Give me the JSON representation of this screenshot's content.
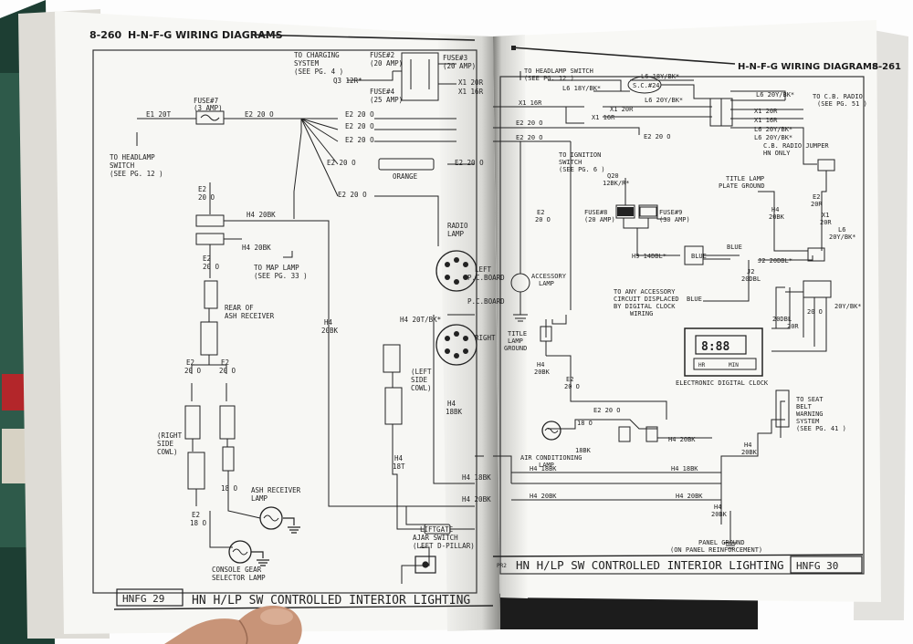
{
  "left_page": {
    "page_number": "8-260",
    "header": "H-N-F-G WIRING DIAGRAMS",
    "footer_code": "HNFG 29",
    "footer_title": "HN H/LP SW CONTROLLED INTERIOR LIGHTING",
    "labels": {
      "to_charging_1": "TO CHARGING",
      "to_charging_2": "SYSTEM",
      "to_charging_3": "(SEE PG. 4 )",
      "fuse2_1": "FUSE#2",
      "fuse2_2": "(20 AMP)",
      "fuse3_1": "FUSE#3",
      "fuse3_2": "(20 AMP)",
      "fuse4_1": "FUSE#4",
      "fuse4_2": "(25 AMP)",
      "q3": "Q3 12R*",
      "x1_20r": "X1 20R",
      "x1_16r": "X1 16R",
      "fuse7_1": "FUSE#7",
      "fuse7_2": "(3 AMP)",
      "e1_20t": "E1 20T",
      "e2_20o_main": "E2 20 O",
      "hl_1": "TO HEADLAMP",
      "hl_2": "SWITCH",
      "hl_3": "(SEE PG. 12 )",
      "w_e2_a": "E2 20 O",
      "w_e2_b": "E2 20 O",
      "w_e2_c": "E2 20 O",
      "w_e2_d": "E2 20 O",
      "w_e2_e": "E2 20 O",
      "orange": "ORANGE",
      "w_e2_f": "E2 20 O",
      "e2_v1": "E2",
      "e2_v2": "20 O",
      "h4_20bk_a": "H4 20BK",
      "h4_20bk_b": "H4 20BK",
      "e2_v3": "E2",
      "e2_v4": "20 O",
      "map_1": "TO MAP LAMP",
      "map_2": "(SEE PG. 33 )",
      "rear_1": "REAR OF",
      "rear_2": "ASH RECEIVER",
      "h4_v1": "H4",
      "h4_v2": "20BK",
      "radio_1": "RADIO",
      "radio_2": "LAMP",
      "left_pc_1": "LEFT",
      "left_pc_2": "P.C.BOARD",
      "pc_1": "P.C.BOARD",
      "right_pc": "RIGHT",
      "h4_20t_bk": "H4 20T/BK*",
      "left_side_1": "(LEFT",
      "left_side_2": "SIDE",
      "left_side_3": "COWL)",
      "h4_v3": "H4",
      "h4_v4": "18BK",
      "h4_v5": "H4",
      "h4_v6": "18T",
      "e2_a": "E2",
      "e2_b": "20 O",
      "e2_c": "E2",
      "e2_d": "20 O",
      "rsc_1": "(RIGHT",
      "rsc_2": "SIDE",
      "rsc_3": "COWL)",
      "e2_18o_1": "18 O",
      "ash_lamp_1": "ASH RECEIVER",
      "ash_lamp_2": "LAMP",
      "e2_e": "E2",
      "e2_f": "18 O",
      "console_1": "CONSOLE GEAR",
      "console_2": "SELECTOR LAMP",
      "liftgate_1": "LIFTGATE",
      "liftgate_2": "AJAR SWITCH",
      "liftgate_3": "(LEFT D-PILLAR)",
      "h4_18bk_l": "H4 18BK",
      "h4_20bk_l": "H4 20BK"
    }
  },
  "right_page": {
    "page_number": "8-261",
    "header": "H-N-F-G WIRING DIAGRAMS",
    "footer_code": "HNFG 30",
    "footer_title": "HN H/LP SW CONTROLLED INTERIOR LIGHTING",
    "footer_mark": "PR2",
    "labels": {
      "hl_1": "TO HEADLAMP SWITCH",
      "hl_2": "(SEE PG. 12 )",
      "l6_18ybk_a": "L6 18Y/BK*",
      "l6_18ybk_b": "L6 18Y/BK*",
      "sc24": "S.C.#24",
      "l6_20ybk": "L6 20Y/BK*",
      "l6_20ybk_r": "L6 20Y/BK*",
      "to_cb_1": "TO C.B. RADIO",
      "to_cb_2": "(SEE PG. 51 )",
      "x1_20r_a": "X1 20R",
      "x1_16r_a": "X1 16R",
      "x1_16r_b": "X1 16R",
      "x1_20r_b": "X1 20R",
      "x1_20r_c": "X1 20R",
      "x1_16r_c": "X1 16R",
      "l6_20ybk_c": "L6 20Y/BK*",
      "l6_20ybk_d": "L6 20Y/BK*",
      "e2_20o_a": "E2 20 O",
      "e2_20o_b": "E2 20 O",
      "e2_20o_c": "E2 20 O",
      "cbj_1": "C.B. RADIO JUMPER",
      "cbj_2": "HN ONLY",
      "ign_1": "TO IGNITION",
      "ign_2": "SWITCH",
      "ign_3": "(SEE PG. 6 )",
      "q20_1": "Q20",
      "q20_2": "12BK/R*",
      "tlp_1": "TITLE LAMP",
      "tlp_2": "PLATE GROUND",
      "fuse8_1": "FUSE#8",
      "fuse8_2": "(20 AMP)",
      "fuse9_1": "FUSE#9",
      "fuse9_2": "(30 AMP)",
      "h4_v1": "H4",
      "h4_v2": "20BK",
      "e2_v1": "E2",
      "e2_v2": "20 O",
      "e2_v3": "E2",
      "e2_v4": "20R",
      "x1_v1": "X1",
      "x1_v2": "20R",
      "l6_v1": "L6",
      "l6_v2": "20Y/BK*",
      "h9_14dbl": "H9 14DBL*",
      "blue_1": "BLUE",
      "blue_2": "BLUE",
      "blue_3": "BLUE",
      "j2_20dbl": "J2 20DBL*",
      "acc_1": "ACCESSORY",
      "acc_2": "LAMP",
      "any_1": "TO ANY ACCESSORY",
      "any_2": "CIRCUIT DISPLACED",
      "any_3": "BY DIGITAL CLOCK",
      "any_4": "WIRING",
      "j2_v1": "J2",
      "j2_v2": "20DBL",
      "tlg_1": "TITLE",
      "tlg_2": "LAMP",
      "tlg_3": "GROUND",
      "h4_v3": "H4",
      "h4_v4": "20BK",
      "clk_20dbl": "20DBL",
      "clk_20r": "20R",
      "clk_20o": "20 O",
      "clk_20ybk": "20Y/BK*",
      "clock_display": "8:88",
      "clock_btn_1": "HR",
      "clock_btn_2": "MIN",
      "clock_name": "ELECTRONIC DIGITAL CLOCK",
      "e2_v5": "E2",
      "e2_v6": "20 O",
      "e2_20o_d": "E2 20 O",
      "e2_18o": "18 O",
      "ac_18bk": "18BK",
      "ac_1": "AIR CONDITIONING",
      "ac_2": "LAMP",
      "h4_20bk_a": "H4 20BK",
      "seat_1": "TO SEAT",
      "seat_2": "BELT",
      "seat_3": "WARNING",
      "seat_4": "SYSTEM",
      "seat_5": "(SEE PG. 41 )",
      "h4_v5": "H4",
      "h4_v6": "20BK",
      "h4_18bk_a": "H4 18BK",
      "h4_18bk_b": "H4 18BK",
      "h4_20bk_b": "H4 20BK",
      "h4_20bk_c": "H4 20BK",
      "h4_v7": "H4",
      "h4_v8": "20BK",
      "pg_1": "PANEL GROUND",
      "pg_2": "(ON PANEL REINFORCEMENT)"
    }
  },
  "colors": {
    "paper": "#f7f7f4",
    "ink": "#1e1e1e",
    "background": "#ffffff",
    "book_cover": "#1d3e33"
  },
  "icons": [
    "fuse-icon",
    "lamp-icon",
    "ground-icon",
    "connector-icon",
    "splice-icon",
    "switch-icon",
    "hand-icon"
  ]
}
